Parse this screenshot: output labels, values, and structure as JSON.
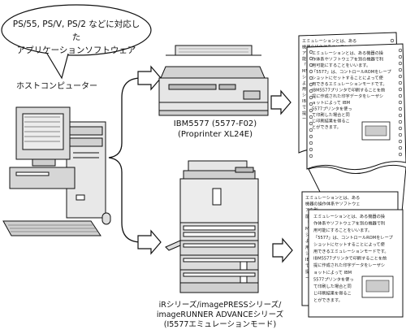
{
  "bubble": {
    "line1": "PS/55, PS/V, PS/2 などに対応した",
    "line2": "アプリケーションソフトウェア"
  },
  "host_label": "ホストコンピューター",
  "printer_top": {
    "line1": "IBM5577 (5577-F02)",
    "line2": "(Proprinter  XL24E)"
  },
  "printer_bottom": {
    "line1": "iRシリーズ/imagePRESSシリーズ/",
    "line2": "imageRUNNER ADVANCEシリーズ",
    "line3": "(I5577エミュレーションモード)"
  },
  "page_text": [
    "エミュレーションとは、ある機器の操",
    "作体系やソフトウェアを別の機器で利",
    "用可能にすることをいいます。",
    "「5577」は、コントロールROMをレープ",
    "ショットにセットすることによって使",
    "用できるエミュレーションモードです。",
    "IBM5577プリンタで印刷することを前",
    "提に作成された印字データをレーザシ",
    "ョットによって IBM",
    "5577プリンタを使っ",
    "て印刷した場合と同",
    "じ印刷結果を得るこ",
    "とができます。"
  ],
  "back_page_text": [
    "エミュレーションとは、ある",
    "機器の操作体系やソフトウェ",
    "アを別",
    "能に",
    "「557",
    "M5",
    "ショッ",
    "よっ",
    "用で",
    "ション",
    "IBM",
    "で印",
    "提に",
    "ータ"
  ]
}
